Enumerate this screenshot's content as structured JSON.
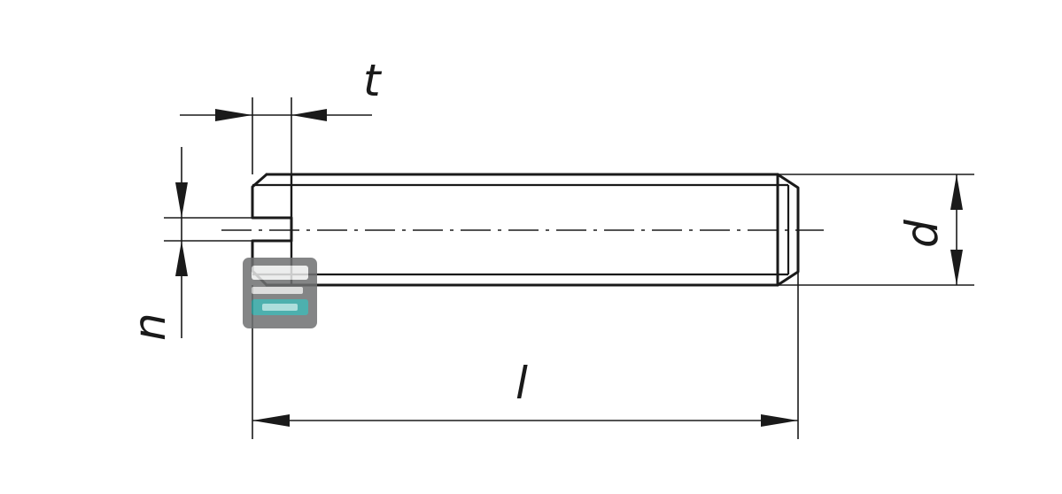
{
  "diagram": {
    "labels": {
      "t": "t",
      "n": "n",
      "d": "d",
      "l": "l"
    },
    "colors": {
      "line": "#1a1a1a",
      "logo_background": "#6f7072",
      "logo_accent": "#2fa3a0"
    },
    "icons": {
      "logo": "brand-logo-icon"
    }
  }
}
